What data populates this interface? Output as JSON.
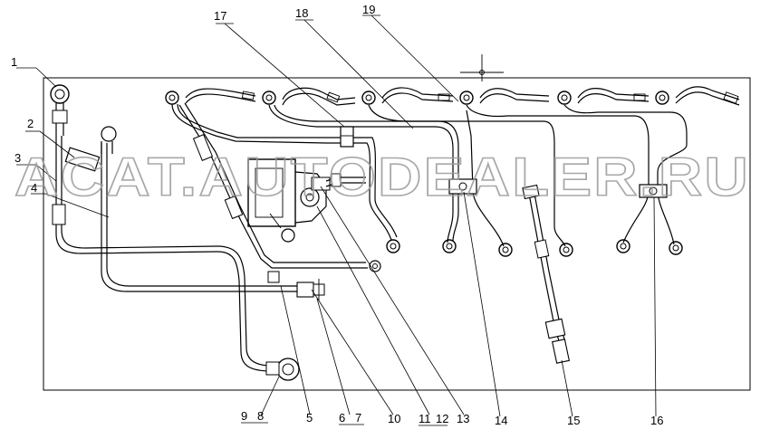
{
  "watermark": "ACAT.AUTODEALER.RU",
  "callouts": [
    {
      "id": "c1",
      "text": "1"
    },
    {
      "id": "c2",
      "text": "2"
    },
    {
      "id": "c3",
      "text": "3"
    },
    {
      "id": "c4",
      "text": "4"
    },
    {
      "id": "c5",
      "text": "5"
    },
    {
      "id": "c6",
      "text": "6"
    },
    {
      "id": "c7",
      "text": "7"
    },
    {
      "id": "c8",
      "text": "8"
    },
    {
      "id": "c9",
      "text": "9"
    },
    {
      "id": "c10",
      "text": "10"
    },
    {
      "id": "c11",
      "text": "11"
    },
    {
      "id": "c12",
      "text": "12"
    },
    {
      "id": "c13",
      "text": "13"
    },
    {
      "id": "c14",
      "text": "14"
    },
    {
      "id": "c15",
      "text": "15"
    },
    {
      "id": "c16",
      "text": "16"
    },
    {
      "id": "c17",
      "text": "17"
    },
    {
      "id": "c18",
      "text": "18"
    },
    {
      "id": "c19",
      "text": "19"
    }
  ],
  "colors": {
    "line": "#000000",
    "watermark": "#9a9a9a",
    "background": "#ffffff"
  }
}
